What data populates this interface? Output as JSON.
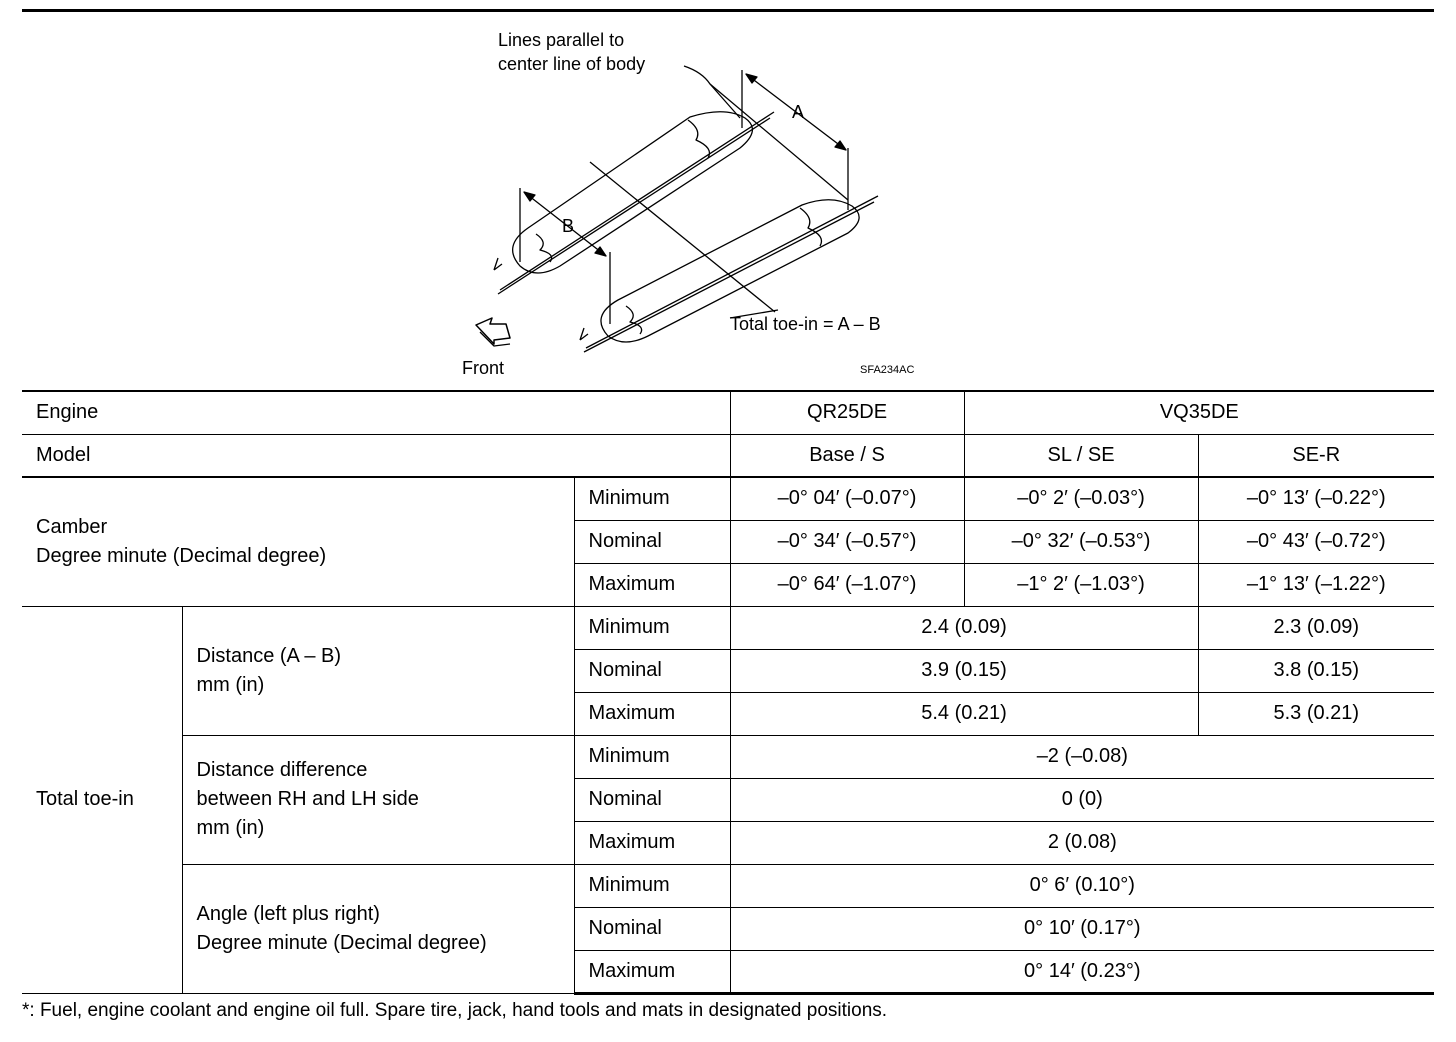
{
  "figure": {
    "label_lines_parallel": [
      "Lines parallel to",
      "center line of body"
    ],
    "label_a": "A",
    "label_b": "B",
    "label_total_toe_in": "Total toe-in  =  A  –  B",
    "label_front": "Front",
    "figure_code": "SFA234AC"
  },
  "table": {
    "engine_label": "Engine",
    "engine_qr": "QR25DE",
    "engine_vq": "VQ35DE",
    "model_label": "Model",
    "model_base": "Base / S",
    "model_sl": "SL / SE",
    "model_ser": "SE-R",
    "camber_label": [
      "Camber",
      "Degree minute (Decimal degree)"
    ],
    "camber": [
      {
        "level": "Minimum",
        "base": "–0° 04′ (–0.07°)",
        "sl": "–0° 2′ (–0.03°)",
        "ser": "–0° 13′ (–0.22°)"
      },
      {
        "level": "Nominal",
        "base": "–0° 34′ (–0.57°)",
        "sl": "–0° 32′ (–0.53°)",
        "ser": "–0° 43′ (–0.72°)"
      },
      {
        "level": "Maximum",
        "base": "–0° 64′ (–1.07°)",
        "sl": "–1° 2′ (–1.03°)",
        "ser": "–1° 13′ (–1.22°)"
      }
    ],
    "toe_label": "Total toe-in",
    "distance_label": [
      "Distance (A – B)",
      "mm (in)"
    ],
    "distance": [
      {
        "level": "Minimum",
        "base_sl": "2.4 (0.09)",
        "ser": "2.3 (0.09)"
      },
      {
        "level": "Nominal",
        "base_sl": "3.9 (0.15)",
        "ser": "3.8 (0.15)"
      },
      {
        "level": "Maximum",
        "base_sl": "5.4 (0.21)",
        "ser": "5.3 (0.21)"
      }
    ],
    "difference_label": [
      "Distance difference",
      "between RH and LH side",
      "mm (in)"
    ],
    "difference": [
      {
        "level": "Minimum",
        "value": "–2 (–0.08)"
      },
      {
        "level": "Nominal",
        "value": "0 (0)"
      },
      {
        "level": "Maximum",
        "value": "2 (0.08)"
      }
    ],
    "angle_label": [
      "Angle (left plus right)",
      "Degree minute (Decimal degree)"
    ],
    "angle": [
      {
        "level": "Minimum",
        "value": "0° 6′ (0.10°)"
      },
      {
        "level": "Nominal",
        "value": "0° 10′ (0.17°)"
      },
      {
        "level": "Maximum",
        "value": "0° 14′ (0.23°)"
      }
    ]
  },
  "footnote": "*: Fuel, engine coolant and engine oil full. Spare tire, jack, hand tools and mats in designated positions."
}
